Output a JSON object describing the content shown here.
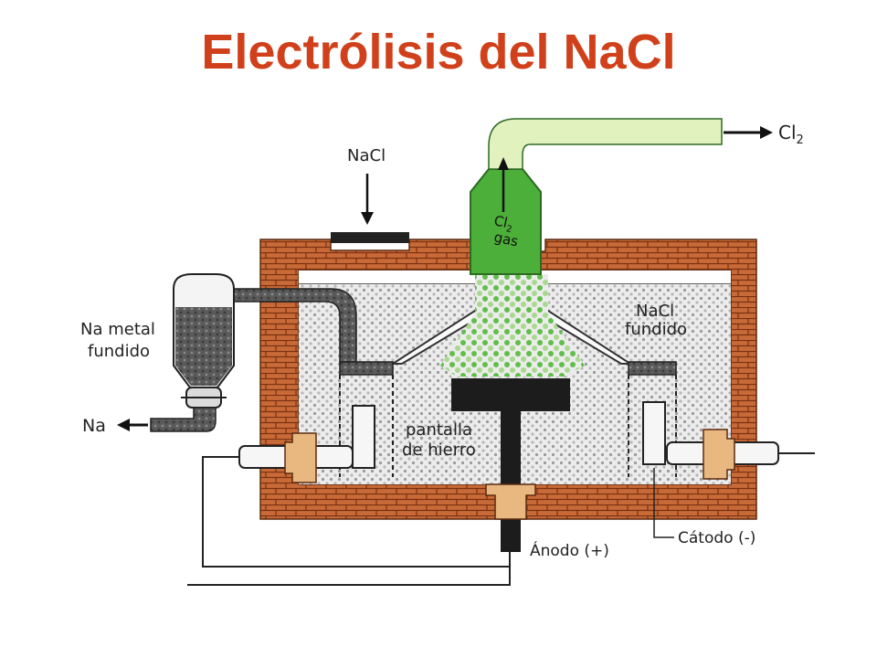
{
  "title": "Electrólisis del NaCl",
  "colors": {
    "title": "#d0401a",
    "brick": "#c86a38",
    "mortar": "#7a3010",
    "melt": "#e6e6e6",
    "gas": "#4caf3a",
    "gas_light": "#e6f4c8",
    "metal": "#555555",
    "electrode": "#222222",
    "insulator": "#e8b880"
  },
  "labels": {
    "nacl_feed": "NaCl",
    "cl2_out": "Cl",
    "cl2_out_sub": "2",
    "cl2_gas_1": "Cl",
    "cl2_gas_sub": "2",
    "cl2_gas_2": "gas",
    "na_metal_1": "Na metal",
    "na_metal_2": "fundido",
    "na_out": "Na",
    "nacl_molten_1": "NaCl",
    "nacl_molten_2": "fundido",
    "screen_1": "pantalla",
    "screen_2": "de hierro",
    "anode": "Ánodo (+)",
    "cathode": "Cátodo (-)"
  }
}
